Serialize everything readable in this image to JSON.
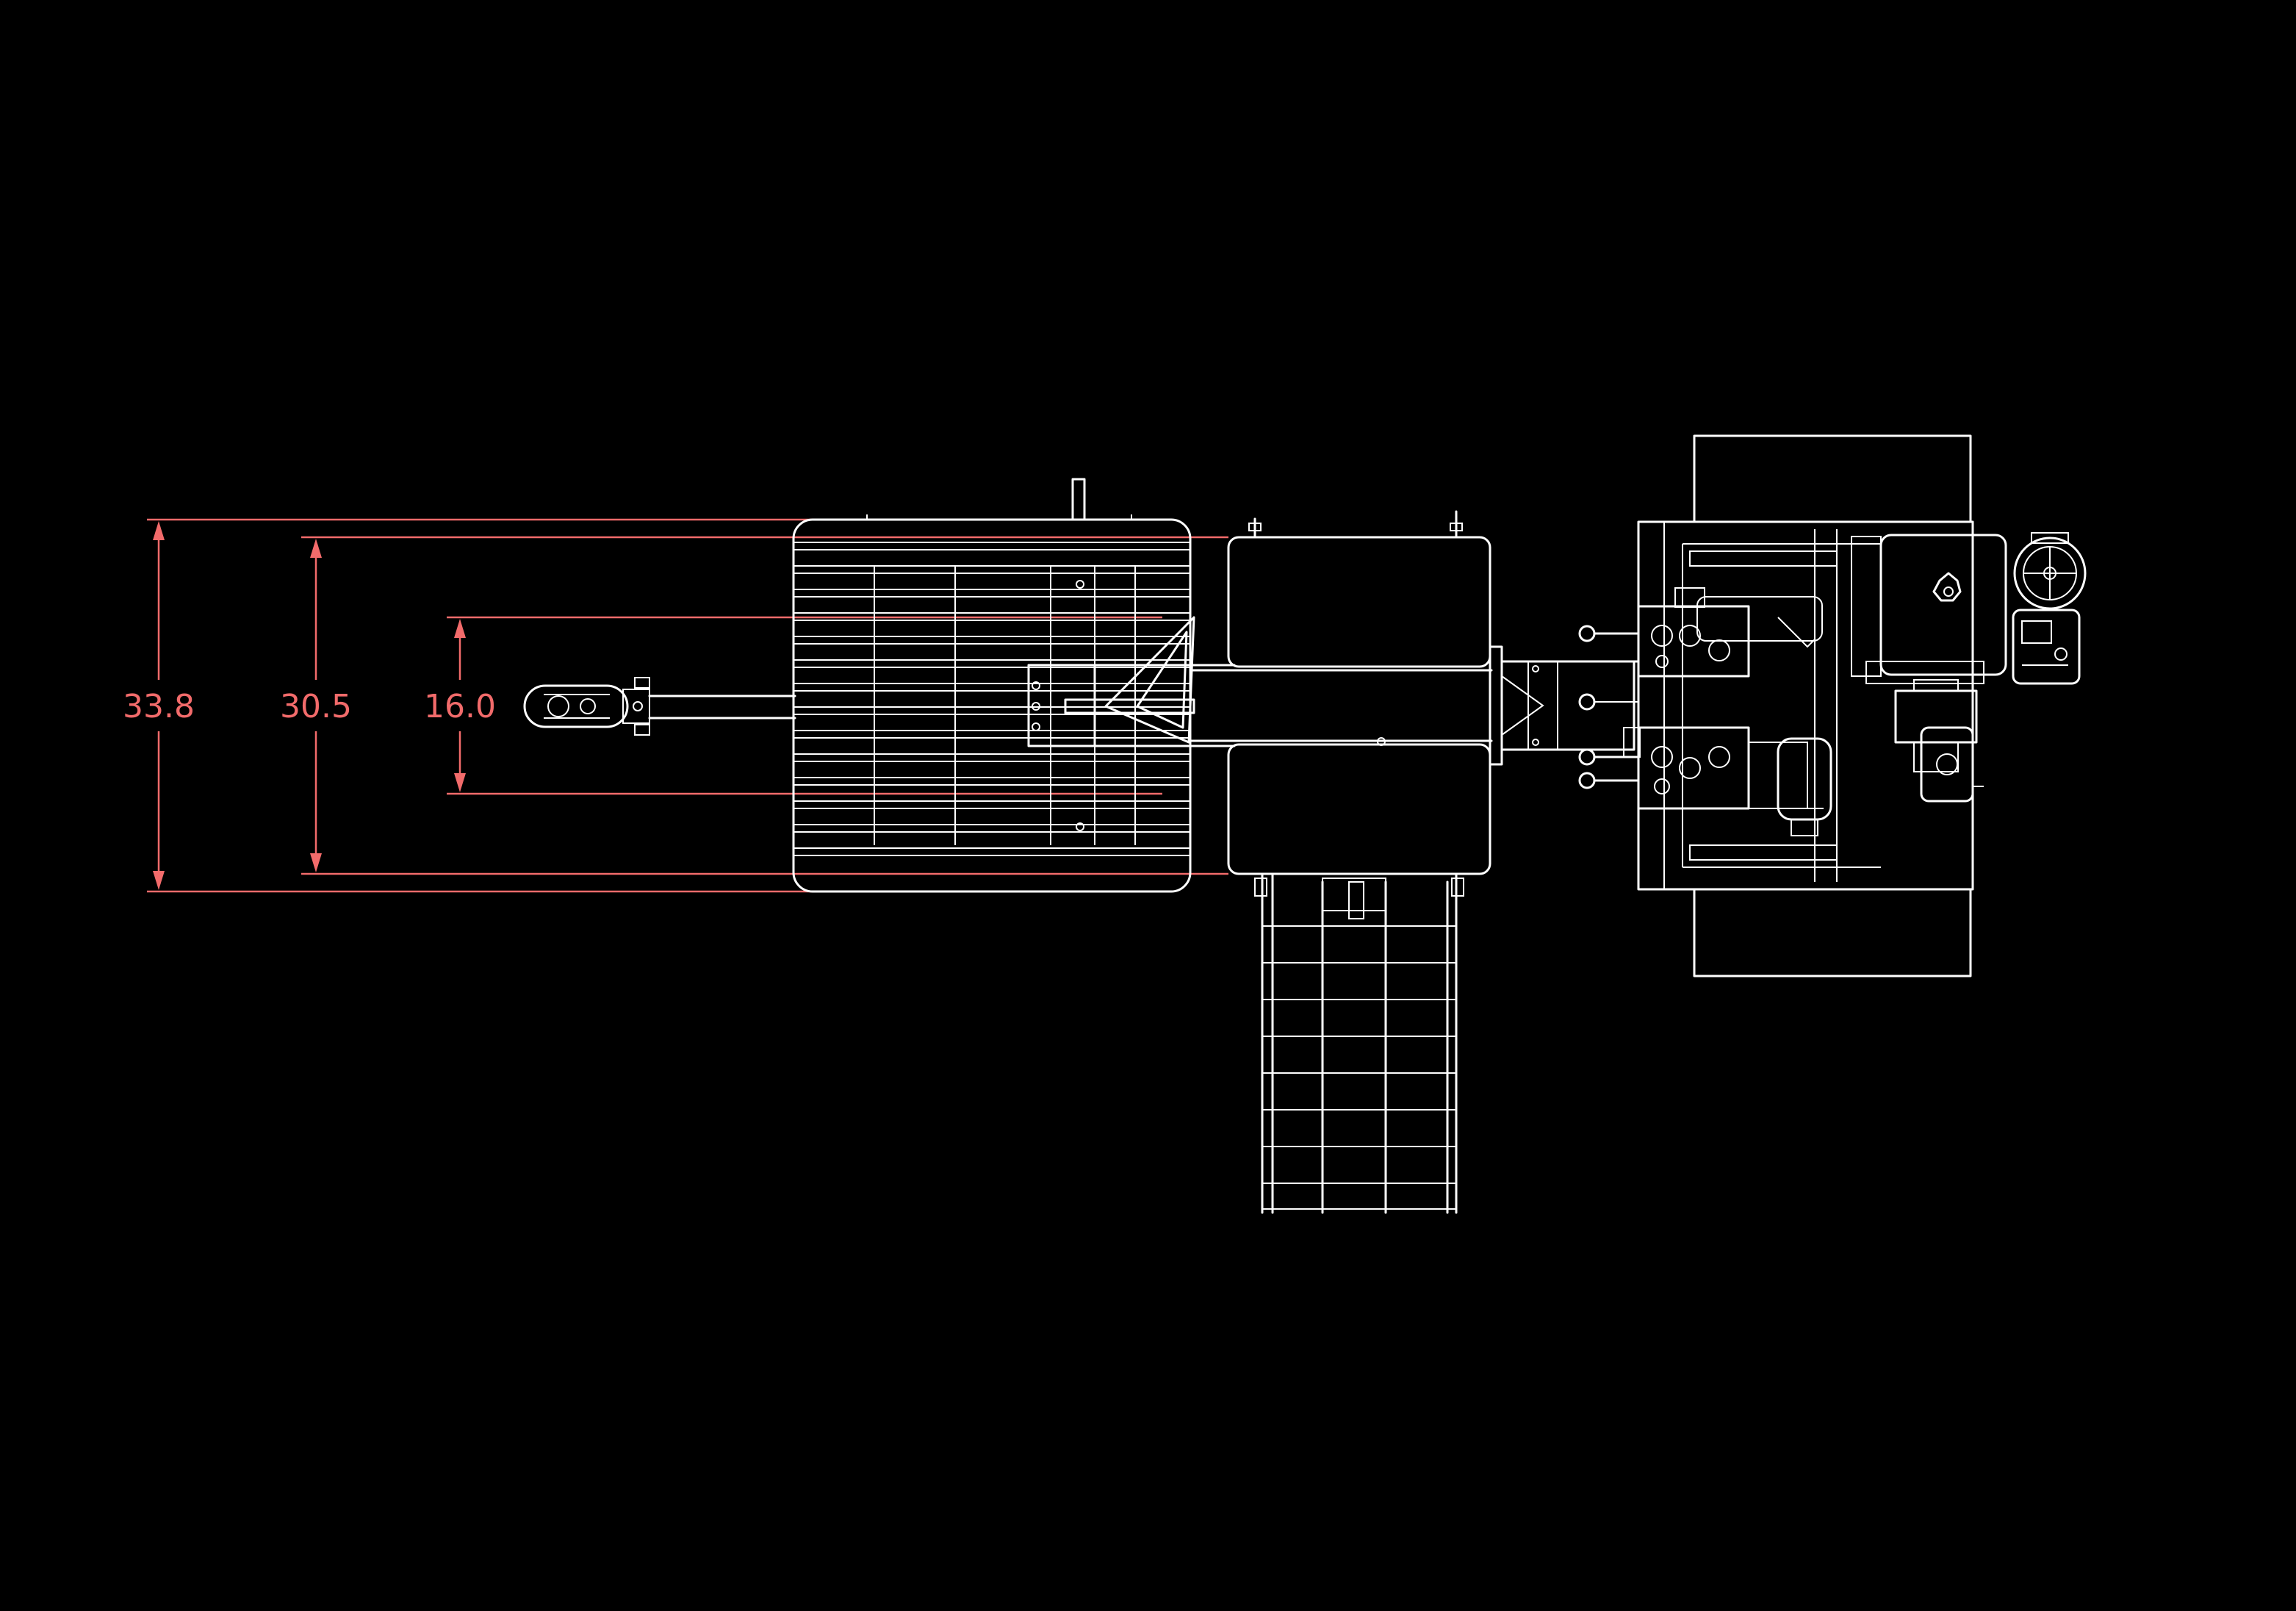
{
  "colors": {
    "background": "#000000",
    "linework": "#ffffff",
    "dimension": "#f26b6b"
  },
  "dimensions": {
    "overall_width": "33.8",
    "inner_width": "30.5",
    "opening_width": "16.0"
  }
}
